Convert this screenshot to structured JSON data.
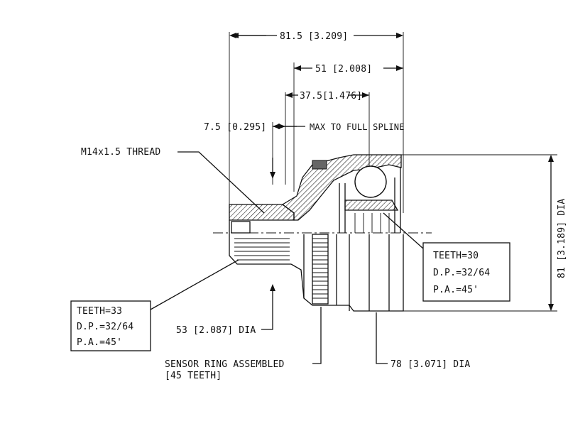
{
  "dimensions": {
    "overall_length": "81.5 [3.209]",
    "body_length": "51 [2.008]",
    "max_to_spline": "37.5[1.476]",
    "thread_offset": "7.5 [0.295]",
    "max_to_full_spline": "MAX TO FULL SPLINE",
    "thread": "M14x1.5 THREAD",
    "outer_dia": "81 [3.189] DIA",
    "shaft_dia": "53 [2.087] DIA",
    "body_dia": "78 [3.071] DIA"
  },
  "sensor_ring": {
    "line1": "SENSOR RING ASSEMBLED",
    "line2": "[45 TEETH]"
  },
  "spline_outer": {
    "teeth": "TEETH=33",
    "dp": "D.P.=32/64",
    "pa": "P.A.=45'"
  },
  "spline_inner": {
    "teeth": "TEETH=30",
    "dp": "D.P.=32/64",
    "pa": "P.A.=45'"
  }
}
